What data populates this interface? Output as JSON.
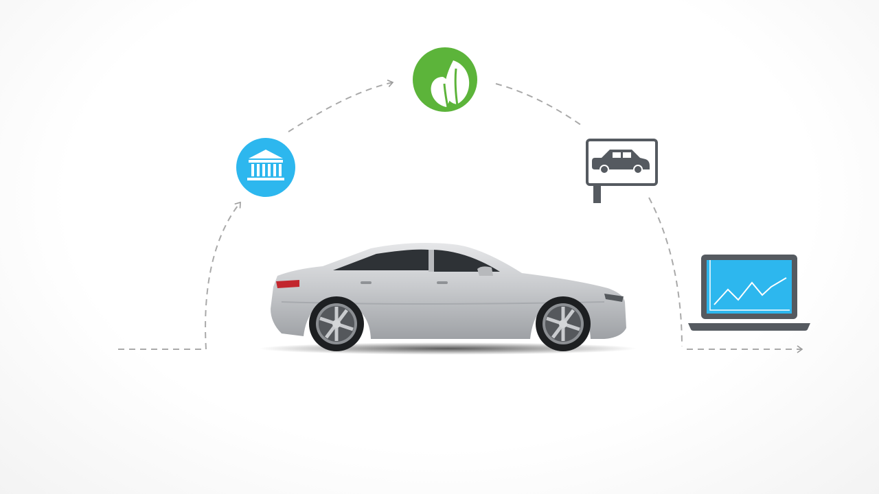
{
  "diagram": {
    "flow": [
      "start",
      "bank",
      "eco",
      "dealership",
      "analytics",
      "end"
    ],
    "nodes": [
      {
        "id": "bank",
        "icon": "bank-icon",
        "color": "#2db7ee"
      },
      {
        "id": "eco",
        "icon": "leaf-icon",
        "color": "#5cb43a"
      },
      {
        "id": "dealership",
        "icon": "car-sign-icon",
        "color": "#555a60"
      },
      {
        "id": "analytics",
        "icon": "laptop-chart-icon",
        "color": "#2db7ee"
      }
    ],
    "center": {
      "icon": "car-image",
      "color": "#c8cacd"
    },
    "connector_color": "#a9a9a9"
  }
}
